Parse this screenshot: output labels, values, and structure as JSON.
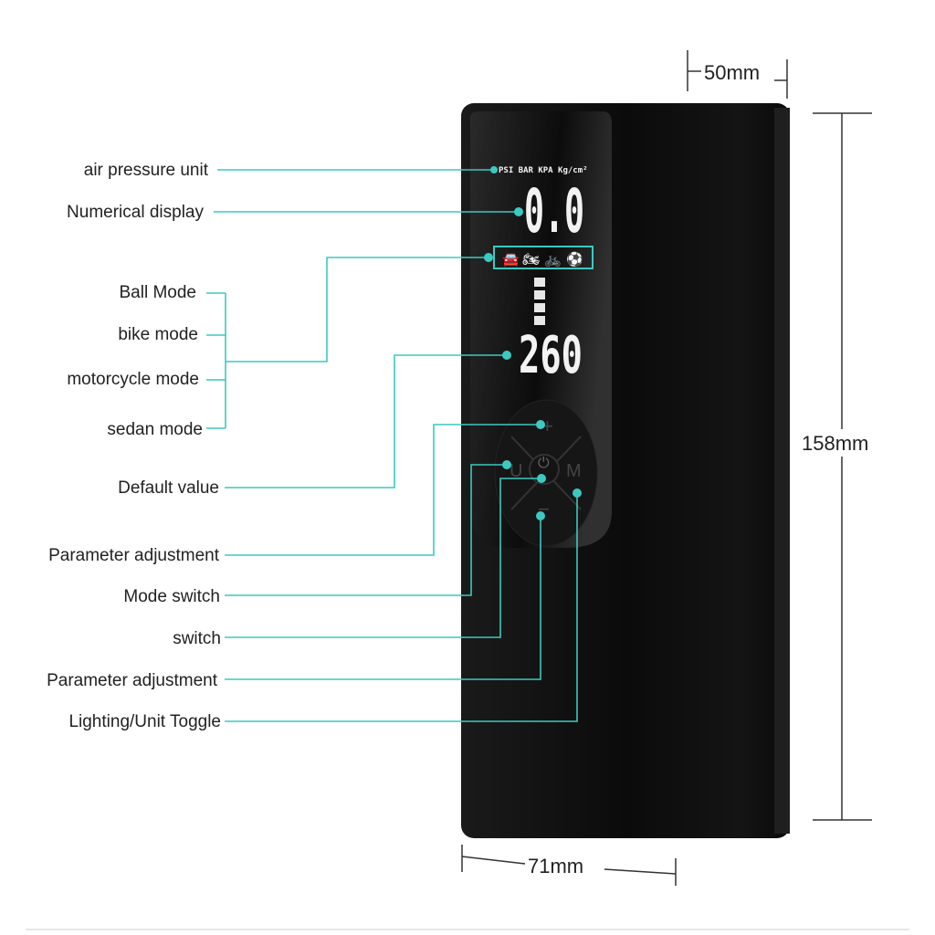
{
  "colors": {
    "accent": "#3cc9c1",
    "device": "#0d0d0d",
    "lcd_text": "#f2f2f2"
  },
  "labels": {
    "air_pressure_unit": "air pressure unit",
    "numerical_display": "Numerical display",
    "ball_mode": "Ball Mode",
    "bike_mode": "bike mode",
    "motorcycle_mode": "motorcycle mode",
    "sedan_mode": "sedan mode",
    "default_value": "Default value",
    "parameter_adjustment_plus": "Parameter adjustment",
    "mode_switch": "Mode switch",
    "switch": "switch",
    "parameter_adjustment_minus": "Parameter adjustment",
    "lighting_unit_toggle": "Lighting/Unit Toggle"
  },
  "dimensions": {
    "depth": "50mm",
    "height": "158mm",
    "width": "71mm"
  },
  "display": {
    "units": "PSI BAR KPA Kg/cm²",
    "reading": "0.0",
    "default_value": "260",
    "mode_icons": [
      "sedan-icon",
      "motorcycle-icon",
      "bike-icon",
      "ball-icon"
    ]
  },
  "buttons": {
    "plus": "+",
    "minus": "−",
    "unit": "U",
    "mode": "M",
    "power": "⏻"
  }
}
